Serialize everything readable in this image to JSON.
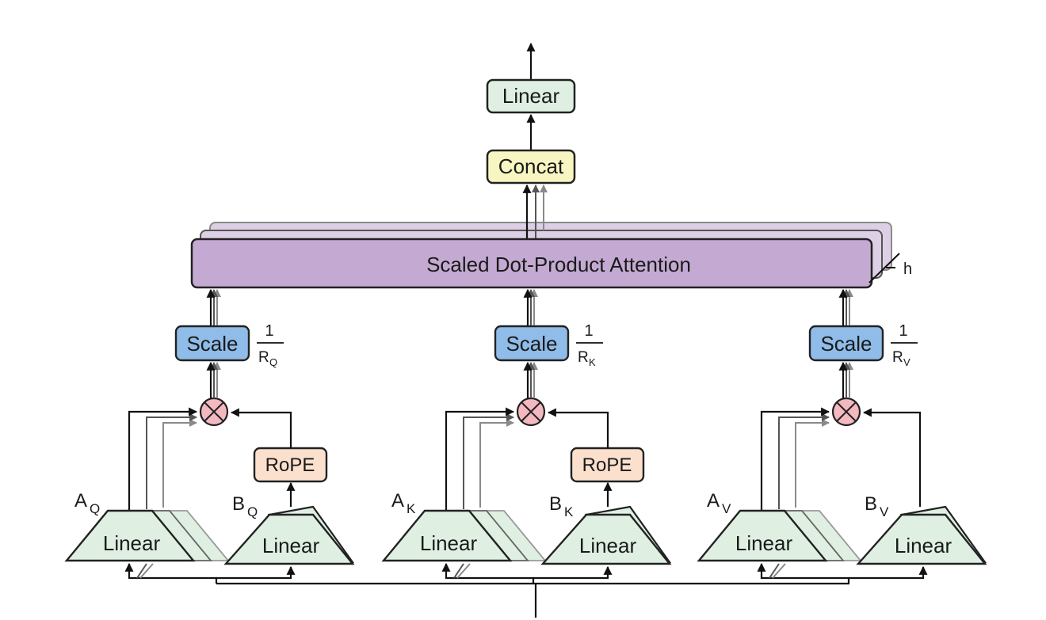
{
  "output_linear": {
    "label": "Linear"
  },
  "concat": {
    "label": "Concat"
  },
  "attention": {
    "label": "Scaled Dot-Product Attention",
    "heads_label": "h"
  },
  "branches": [
    {
      "id": "q",
      "scale_label": "Scale",
      "frac_numerator": "1",
      "frac_denominator": "R",
      "frac_denominator_sub": "Q",
      "rope_label": "RoPE",
      "a_label": "A",
      "a_sub": "Q",
      "b_label": "B",
      "b_sub": "Q",
      "linear_a": "Linear",
      "linear_b": "Linear",
      "has_rope": true
    },
    {
      "id": "k",
      "scale_label": "Scale",
      "frac_numerator": "1",
      "frac_denominator": "R",
      "frac_denominator_sub": "K",
      "rope_label": "RoPE",
      "a_label": "A",
      "a_sub": "K",
      "b_label": "B",
      "b_sub": "K",
      "linear_a": "Linear",
      "linear_b": "Linear",
      "has_rope": true
    },
    {
      "id": "v",
      "scale_label": "Scale",
      "frac_numerator": "1",
      "frac_denominator": "R",
      "frac_denominator_sub": "V",
      "a_label": "A",
      "a_sub": "V",
      "b_label": "B",
      "b_sub": "V",
      "linear_a": "Linear",
      "linear_b": "Linear",
      "has_rope": false
    }
  ],
  "colors": {
    "linear_fill": "#dff0e3",
    "concat_fill": "#f7f6c3",
    "attention_fill": "#c4aad2",
    "attention_shadow_fill": "#ddd0e6",
    "scale_fill": "#8fbce8",
    "rope_fill": "#fbe0cd",
    "multiply_fill": "#f4b8c0"
  }
}
